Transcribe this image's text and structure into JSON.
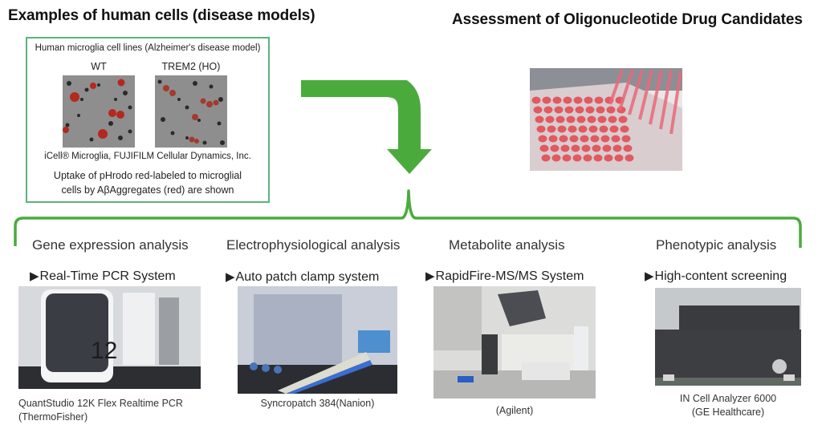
{
  "left_panel": {
    "title": "Examples of human cells (disease models)",
    "box_heading": "Human microglia cell lines (Alzheimer's disease model)",
    "images": [
      {
        "label": "WT",
        "icon": "microscopy-image-wt"
      },
      {
        "label": "TREM2 (HO)",
        "icon": "microscopy-image-trem2"
      }
    ],
    "credit": "iCell® Microglia, FUJIFILM Cellular Dynamics, Inc.",
    "description_line1": "Uptake of pHrodo red-labeled to microglial",
    "description_line2": "cells by AβAggregates (red) are shown"
  },
  "right_panel": {
    "title": "Assessment of Oligonucleotide Drug Candidates",
    "image": "well-plate-pipette-photo"
  },
  "colors": {
    "arrow": "#4aab3c",
    "bracket": "#4aab3c",
    "box_border": "#5db27c"
  },
  "analyses": [
    {
      "category": "Gene expression analysis",
      "system": "Real-Time PCR System",
      "caption_line1": "QuantStudio 12K Flex Realtime PCR",
      "caption_line2": "(ThermoFisher)"
    },
    {
      "category": "Electrophysiological analysis",
      "system": "Auto patch clamp system",
      "caption_line1": "Syncropatch 384(Nanion)",
      "caption_line2": ""
    },
    {
      "category": "Metabolite analysis",
      "system": "RapidFire-MS/MS System",
      "caption_line1": "(Agilent)",
      "caption_line2": ""
    },
    {
      "category": "Phenotypic analysis",
      "system": "High-content screening",
      "caption_line1": "IN Cell Analyzer 6000",
      "caption_line2": "(GE Healthcare)"
    }
  ],
  "bullet_glyph": "▶"
}
